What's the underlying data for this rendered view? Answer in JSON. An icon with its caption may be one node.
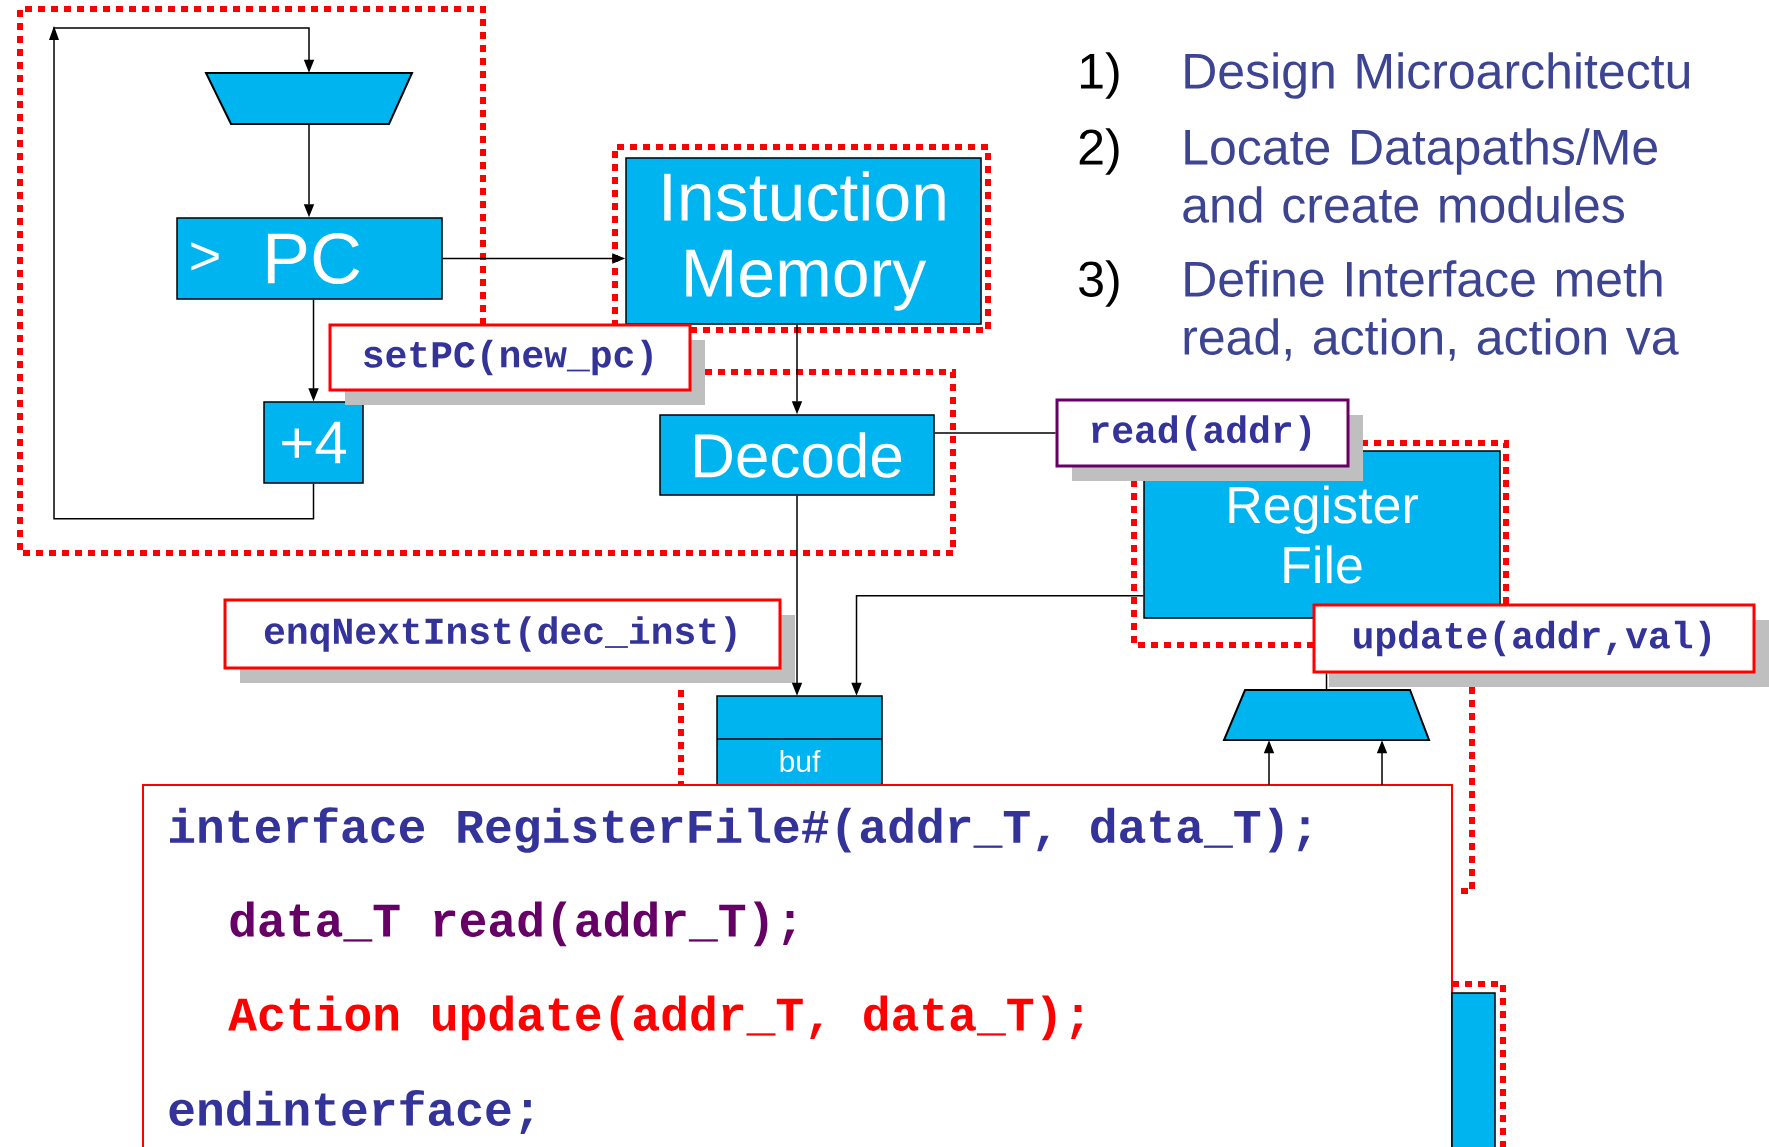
{
  "diagram": {
    "nodes": [
      {
        "text": [],
        "shape": "trapezoid"
      },
      {
        "text": [
          ">",
          "PC"
        ]
      },
      {
        "text": [
          "+4"
        ]
      },
      {
        "text": [
          "Instuction Memory"
        ]
      },
      {
        "text": [
          "Decode"
        ]
      },
      {
        "text": [
          "Register File"
        ]
      },
      {
        "text": [
          "buf"
        ]
      },
      {
        "text": [],
        "shape": "trapezoid"
      },
      {
        "text": [
          "setPC(new_pc)"
        ]
      },
      {
        "text": [
          "read(addr)"
        ]
      },
      {
        "text": [
          "enqNextInst(dec_inst)"
        ]
      },
      {
        "text": [
          "update(addr,val)"
        ]
      },
      {
        "text": [
          "interface RegisterFile#(addr_T, data_T);",
          "data_T read(addr_T);",
          "Action update(addr_T, data_T);",
          "endinterface;"
        ]
      },
      {
        "text": [],
        "shape": "box"
      }
    ],
    "edges": [
      {
        "from": 0,
        "to": 1,
        "arrow": "to"
      },
      {
        "from": 1,
        "to": 3,
        "arrow": "to"
      },
      {
        "from": 1,
        "to": 2,
        "arrow": "to"
      },
      {
        "from": 2,
        "to": 0,
        "arrow": "to"
      },
      {
        "from": 3,
        "to": 4,
        "arrow": "to"
      },
      {
        "from": 4,
        "to": 9,
        "arrow": "none"
      },
      {
        "from": 4,
        "to": 6,
        "arrow": "to"
      },
      {
        "from": 5,
        "to": 6,
        "arrow": "to"
      },
      {
        "from": 11,
        "to": 7,
        "arrow": "none"
      },
      {
        "from": 12,
        "to": 7,
        "arrow": "to"
      },
      {
        "from": 12,
        "to": 7,
        "arrow": "to"
      }
    ],
    "labels": [
      "1)",
      "Design Microarchitectu",
      "2)",
      "Locate Datapaths/Me and create modules",
      "3)",
      "Define Interface meth read, action, action va"
    ]
  }
}
